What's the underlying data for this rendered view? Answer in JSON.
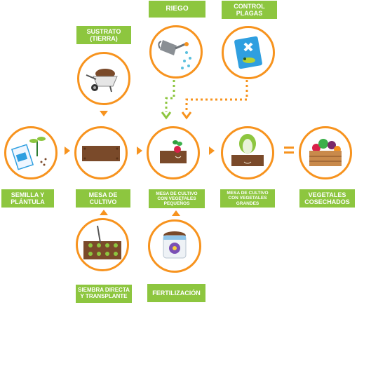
{
  "colors": {
    "accent": "#f7931e",
    "label_bg": "#8dc63f",
    "label_text": "#ffffff",
    "soil": "#7a4a2a"
  },
  "labels": {
    "sustrato": "SUSTRATO (TIERRA)",
    "riego": "RIEGO",
    "control_plagas": "CONTROL PLAGAS",
    "semilla": "SEMILLA Y PLÁNTULA",
    "mesa_cultivo": "MESA DE CULTIVO",
    "mesa_pequenos": "MESA DE CULTIVO CON VEGETALES PEQUEÑOS",
    "mesa_grandes": "MESA DE CULTIVO CON VEGETALES GRANDES",
    "cosechados": "VEGETALES COSECHADOS",
    "siembra": "SIEMBRA DIRECTA Y TRANSPLANTE",
    "fertilizacion": "FERTILIZACIÓN"
  },
  "icons": {
    "sustrato": "wheelbarrow-soil-icon",
    "riego": "watering-can-icon",
    "control_plagas": "pest-control-icon",
    "semilla": "seed-packet-icon",
    "mesa_cultivo": "soil-bed-icon",
    "mesa_pequenos": "small-plant-bed-icon",
    "mesa_grandes": "large-plant-bed-icon",
    "cosechados": "vegetable-crate-icon",
    "siembra": "planting-bed-icon",
    "fertilizacion": "fertilizer-bag-icon"
  }
}
